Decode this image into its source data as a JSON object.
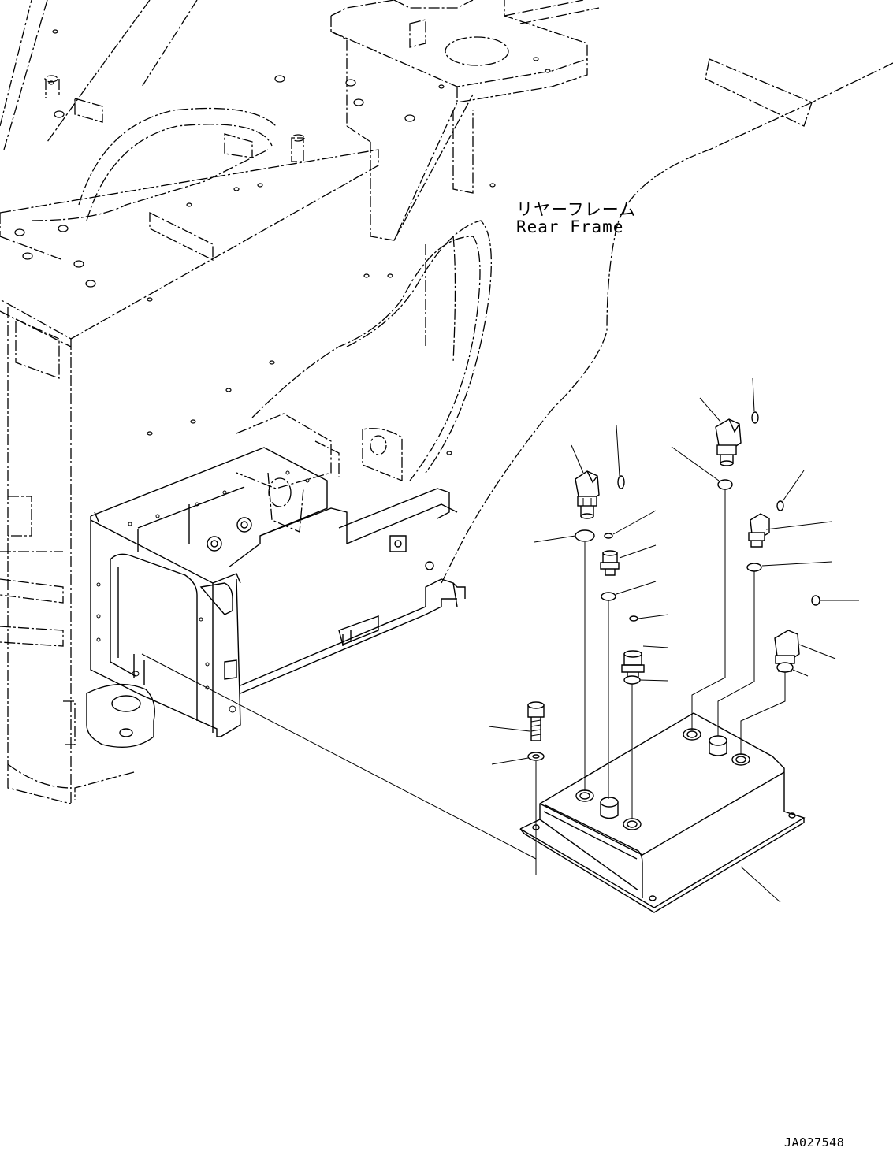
{
  "labels": {
    "frame_jp": "リヤーフレーム",
    "frame_en": "Rear Frame"
  },
  "drawing_code": "JA027548"
}
